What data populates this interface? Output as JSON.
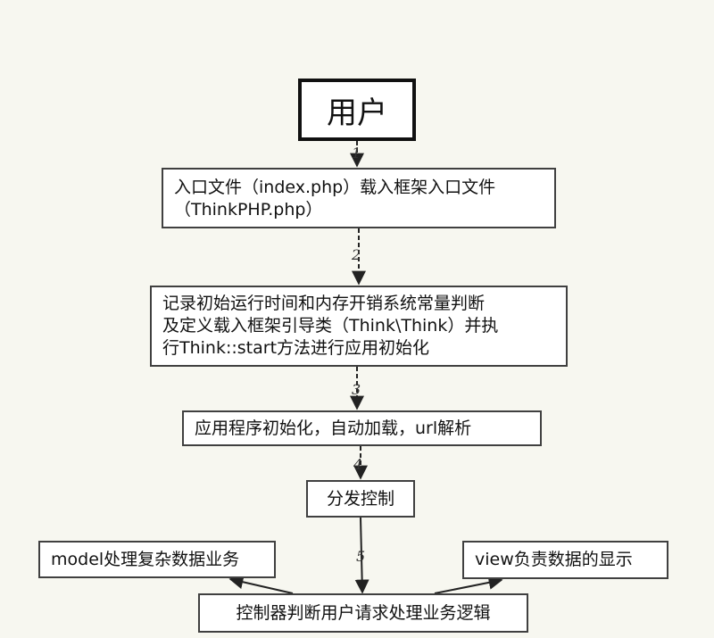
{
  "nodes": {
    "user": "用户",
    "entry": [
      "入口文件（index.php）载入框架入口文件",
      "（ThinkPHP.php）"
    ],
    "init": [
      "记录初始运行时间和内存开销系统常量判断",
      "及定义载入框架引导类（Think\\Think）并执",
      "行Think::start方法进行应用初始化"
    ],
    "app": "应用程序初始化，自动加载，url解析",
    "dispatch": "分发控制",
    "controller": "控制器判断用户请求处理业务逻辑",
    "model": "model处理复杂数据业务",
    "view": "view负责数据的显示"
  },
  "edge_labels": [
    "1",
    "2",
    "3",
    "4",
    "5"
  ],
  "colors": {
    "background": "#f7f7f0",
    "box_border": "#404040",
    "arrow": "#222222"
  }
}
